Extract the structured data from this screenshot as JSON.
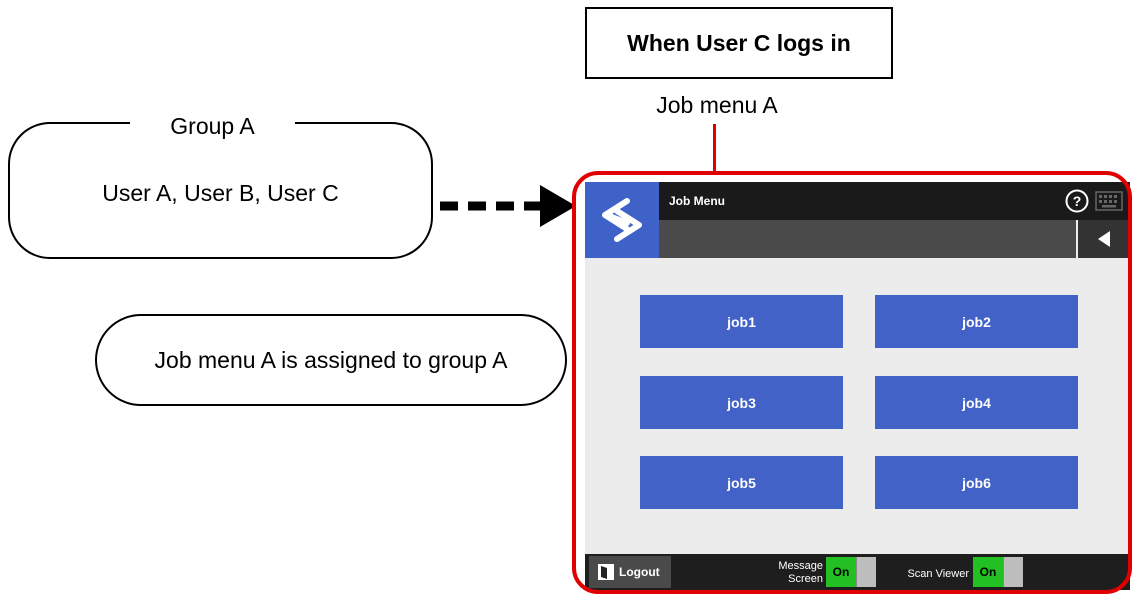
{
  "callout": {
    "title": "When User C logs in"
  },
  "job_menu_label": "Job menu A",
  "group": {
    "title": "Group A",
    "members": "User A, User B, User C"
  },
  "assignment_note": "Job menu A is assigned to group A",
  "screen": {
    "title": "Job Menu",
    "jobs": [
      "job1",
      "job2",
      "job3",
      "job4",
      "job5",
      "job6"
    ],
    "footer": {
      "logout_label": "Logout",
      "message_label_line1": "Message",
      "message_label_line2": "Screen",
      "message_toggle": "On",
      "scan_viewer_label": "Scan Viewer",
      "scan_viewer_toggle": "On"
    }
  },
  "colors": {
    "accent": "#4262c8",
    "highlight": "#e00000",
    "toggle_on": "#22c022"
  }
}
